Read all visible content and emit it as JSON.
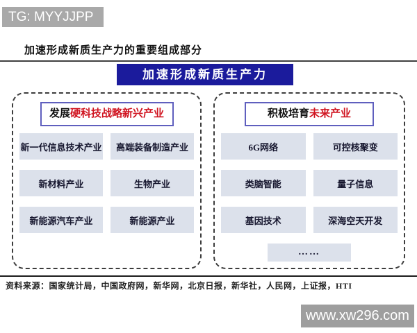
{
  "banner": {
    "text": "TG: MYYJJPP"
  },
  "page_title": "加速形成新质生产力的重要组成部分",
  "diagram": {
    "root": "加速形成新质生产力",
    "panels": [
      {
        "title_prefix": "发展",
        "title_highlight": "硬科技战略新兴产业",
        "items": [
          "新一代信息技术产业",
          "高端装备制造产业",
          "新材料产业",
          "生物产业",
          "新能源汽车产业",
          "新能源产业"
        ]
      },
      {
        "title_prefix": "积极培育",
        "title_highlight": "未来产业",
        "items": [
          "6G网络",
          "可控核聚变",
          "类脑智能",
          "量子信息",
          "基因技术",
          "深海空天开发"
        ],
        "ellipsis": "……"
      }
    ]
  },
  "footer": {
    "source": "资料来源：国家统计局，中国政府网，新华网，北京日报，新华社，人民网，上证报，HTI"
  },
  "watermark": {
    "text": "www.xw296.com"
  },
  "colors": {
    "root_box_blue": "#1b1b9c",
    "highlight_red": "#d01420",
    "panel_header_border": "#5f5fbe",
    "item_bg": "#dce1eb",
    "item_text": "#16162e",
    "banner_gray": "#a9a9a9",
    "watermark_gray": "#9e9e9e"
  }
}
